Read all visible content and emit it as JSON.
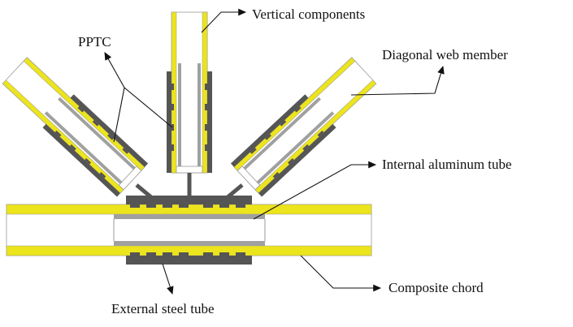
{
  "labels": {
    "vertical": "Vertical components",
    "pptc": "PPTC",
    "diagonal": "Diagonal web member",
    "aluminum": "Internal aluminum tube",
    "chord": "Composite chord",
    "steel": "External steel tube"
  },
  "colors": {
    "composite": "#ECE41C",
    "steel": "#555555",
    "aluminum": "#A0A0A0",
    "outline": "#888888"
  }
}
